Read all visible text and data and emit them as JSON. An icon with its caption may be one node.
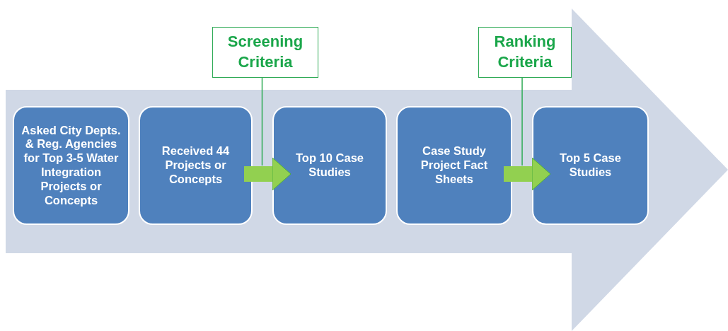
{
  "diagram": {
    "nodes": [
      {
        "text": [
          "Asked City Depts. & Reg. Agencies for Top 3-5 Water Integration Projects or Concepts"
        ]
      },
      {
        "text": [
          "Received 44 Projects or Concepts"
        ]
      },
      {
        "text": [
          "Top 10 Case Studies"
        ]
      },
      {
        "text": [
          "Case Study Project Fact Sheets"
        ]
      },
      {
        "text": [
          "Top 5 Case Studies"
        ]
      },
      {
        "text": [
          "Screening Criteria"
        ]
      },
      {
        "text": [
          "Ranking Criteria"
        ]
      }
    ],
    "edges": [
      {
        "from": 1,
        "to": 2,
        "arrow": "to",
        "style": "thick",
        "color": "#92d050"
      },
      {
        "from": 3,
        "to": 4,
        "arrow": "to",
        "style": "thick",
        "color": "#92d050"
      },
      {
        "from": 5,
        "to": null,
        "arrow": "none",
        "color": "#2eaa55"
      },
      {
        "from": 6,
        "to": null,
        "arrow": "none",
        "color": "#2eaa55"
      }
    ]
  }
}
